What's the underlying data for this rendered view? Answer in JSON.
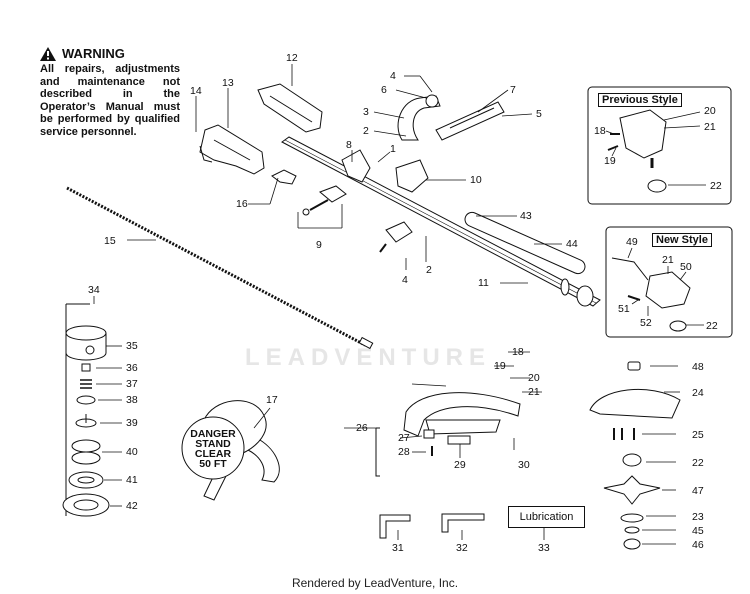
{
  "warning": {
    "title": "WARNING",
    "text": "All repairs, adjustments and maintenance not described in the Operator’s Manual must be performed by qualified service personnel."
  },
  "insets": {
    "previous_style": "Previous Style",
    "new_style": "New Style"
  },
  "lubrication_label": "Lubrication",
  "watermark": "LEADVENTURE",
  "harness_tag": [
    "DANGER",
    "STAND",
    "CLEAR",
    "50 FT"
  ],
  "footer": "Rendered by LeadVenture, Inc.",
  "callouts": {
    "c1": "1",
    "c2": "2",
    "c2b": "2",
    "c3": "3",
    "c4": "4",
    "c4b": "4",
    "c5": "5",
    "c6": "6",
    "c7": "7",
    "c8": "8",
    "c9": "9",
    "c10": "10",
    "c11": "11",
    "c12": "12",
    "c13": "13",
    "c14": "14",
    "c15": "15",
    "c16": "16",
    "c17": "17",
    "c18a": "18",
    "c18b": "18",
    "c19a": "19",
    "c19b": "19",
    "c20a": "20",
    "c20b": "20",
    "c21a": "21",
    "c21b": "21",
    "c21c": "21",
    "c22a": "22",
    "c22b": "22",
    "c22c": "22",
    "c23": "23",
    "c24": "24",
    "c25": "25",
    "c26": "26",
    "c27": "27",
    "c28": "28",
    "c29": "29",
    "c30": "30",
    "c31": "31",
    "c32": "32",
    "c33": "33",
    "c34": "34",
    "c35": "35",
    "c36": "36",
    "c37": "37",
    "c38": "38",
    "c39": "39",
    "c40": "40",
    "c41": "41",
    "c42": "42",
    "c43": "43",
    "c44": "44",
    "c45": "45",
    "c46": "46",
    "c47": "47",
    "c48": "48",
    "c49": "49",
    "c50": "50",
    "c51": "51",
    "c52": "52"
  }
}
